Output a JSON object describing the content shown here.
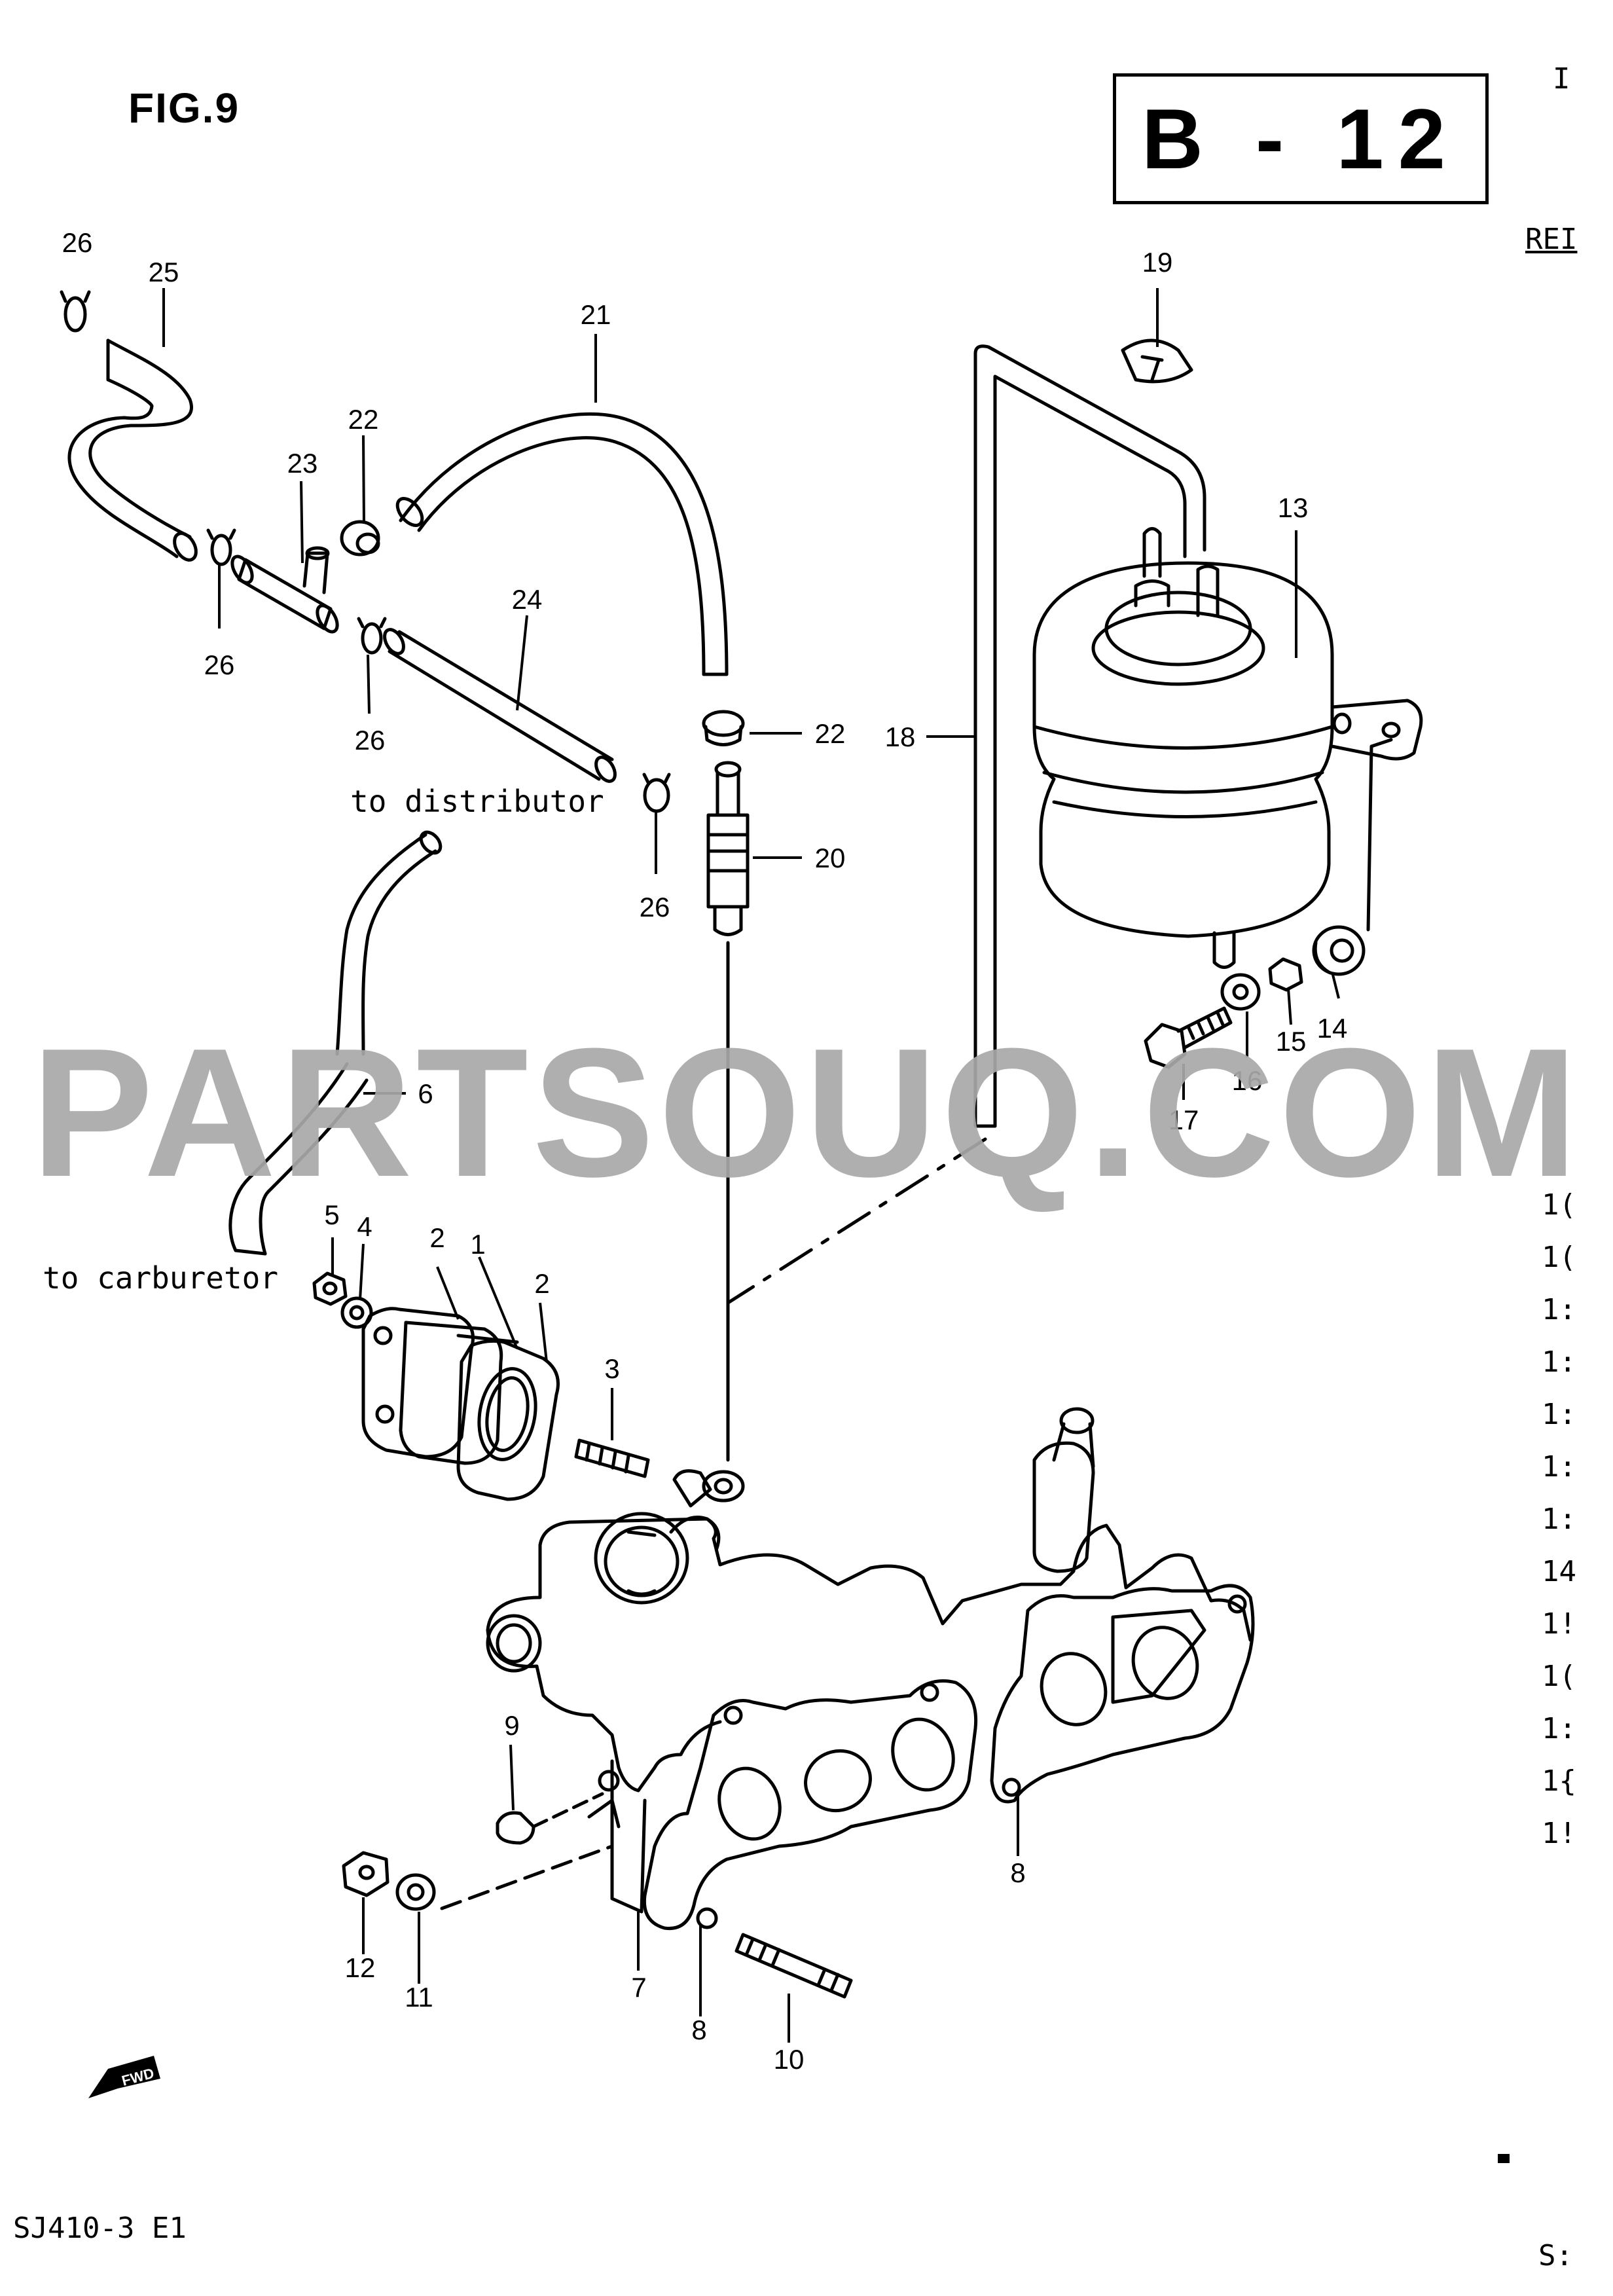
{
  "figure": {
    "title": "FIG.9",
    "code": "B - 12"
  },
  "watermark": "PARTSOUQ.COM",
  "notes": {
    "distributor": "to distributor",
    "carburetor": "to carburetor"
  },
  "footer": {
    "model": "SJ410-3 E1"
  },
  "fwd_label": "FWD",
  "edge": {
    "ref": "REI",
    "top": "I",
    "bottom": "S:",
    "rows": [
      "1(",
      "1(",
      "1:",
      "1:",
      "1:",
      "1:",
      "1:",
      "14",
      "1!",
      "1(",
      "1:",
      "1{",
      "1!"
    ]
  },
  "callouts": [
    "1",
    "2",
    "2",
    "3",
    "4",
    "5",
    "6",
    "7",
    "8",
    "8",
    "9",
    "10",
    "11",
    "12",
    "13",
    "14",
    "15",
    "16",
    "17",
    "18",
    "19",
    "20",
    "21",
    "22",
    "22",
    "23",
    "24",
    "25",
    "26",
    "26",
    "26",
    "26"
  ]
}
